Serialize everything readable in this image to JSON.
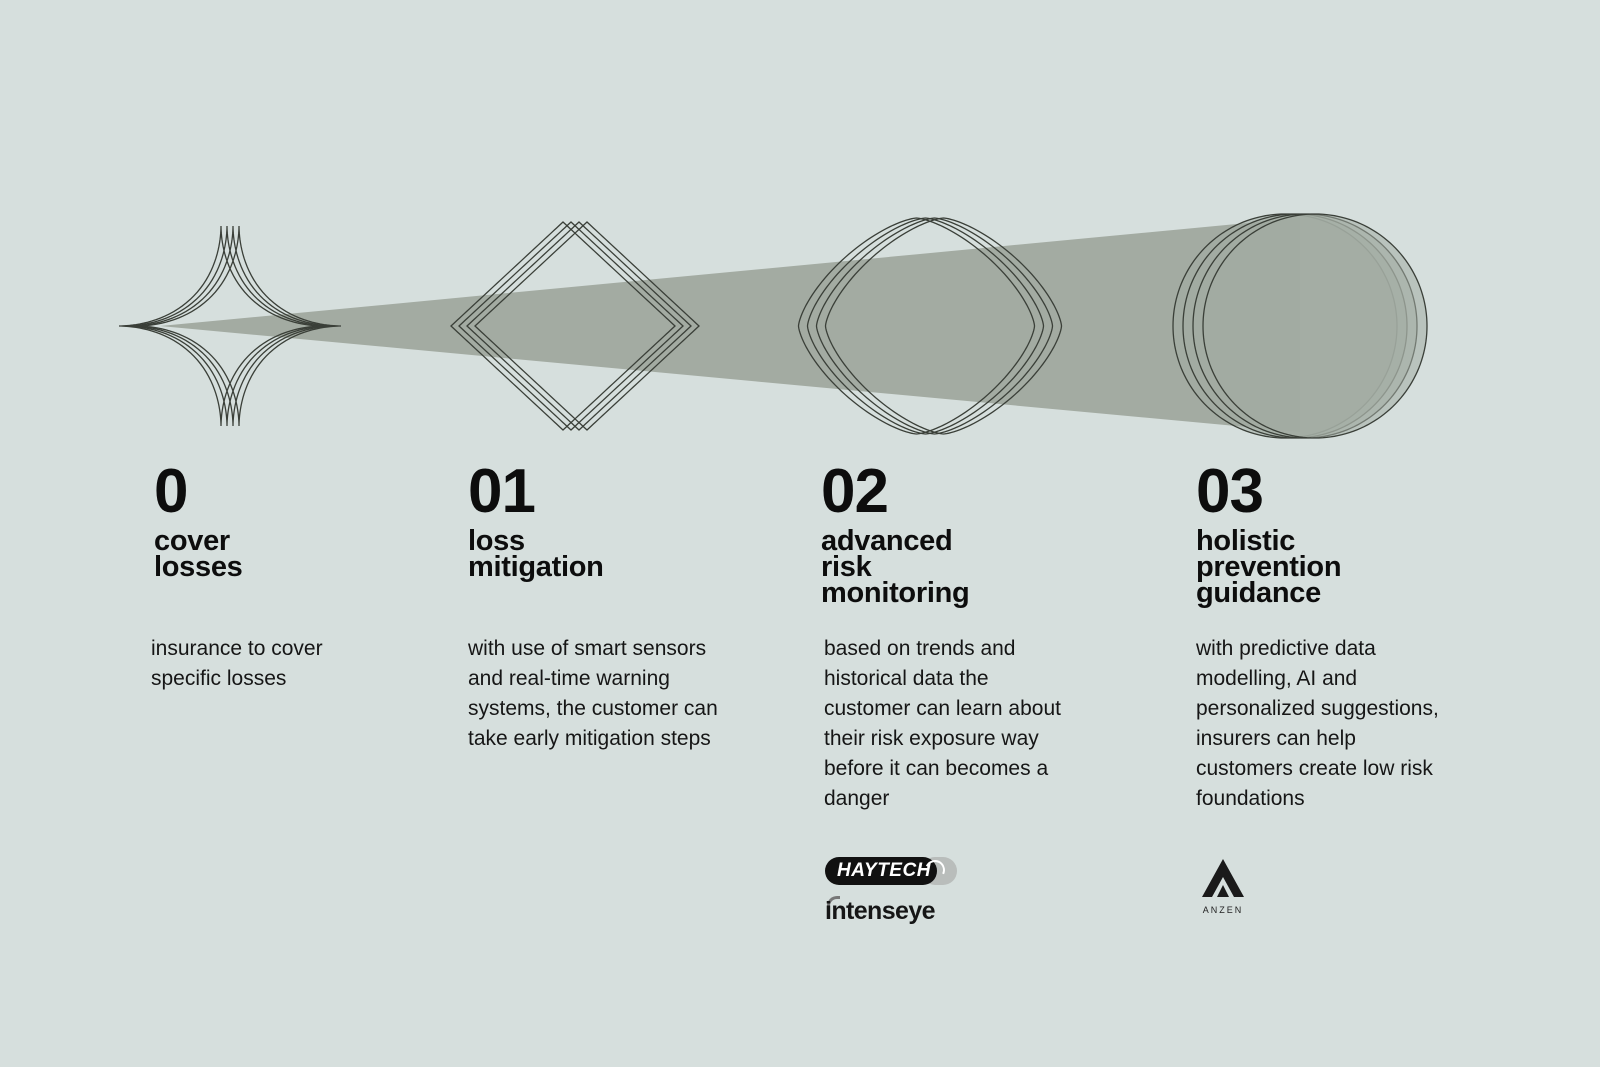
{
  "colors": {
    "background": "#d6dfdd",
    "beam": "#a3aba2",
    "outline": "#3a3f38",
    "text": "#0d0d0d"
  },
  "stages": [
    {
      "number": "0",
      "title": "cover\nlosses",
      "description": "insurance to cover\nspecific losses",
      "shape": "concave-star-icon"
    },
    {
      "number": "01",
      "title": "loss\nmitigation",
      "description": "with use of smart sensors\nand real-time warning\nsystems, the customer can\ntake early mitigation steps",
      "shape": "diamond-icon"
    },
    {
      "number": "02",
      "title": "advanced\nrisk\nmonitoring",
      "description": "based on trends and\nhistorical data the\ncustomer can learn about\ntheir risk exposure way\nbefore it can becomes a\ndanger",
      "shape": "rounded-diamond-icon"
    },
    {
      "number": "03",
      "title": "holistic\nprevention\nguidance",
      "description": "with predictive data\nmodelling, AI and\npersonalized suggestions,\ninsurers can help\ncustomers create low risk\nfoundations",
      "shape": "circle-icon"
    }
  ],
  "logos": {
    "haytech": "HAYTECH",
    "intenseye": "intenseye",
    "anzen": "ANZEN"
  }
}
